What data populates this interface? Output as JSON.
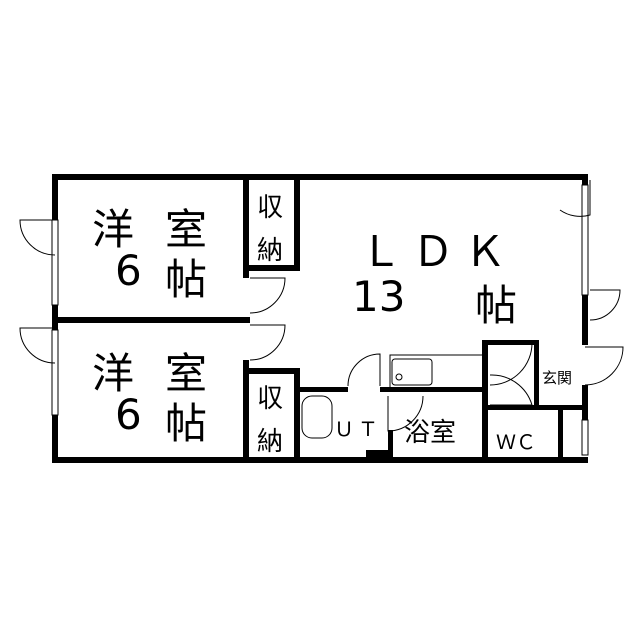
{
  "rooms": {
    "western1": {
      "name_a": "洋",
      "name_b": "室",
      "size_num": "6",
      "size_unit": "帖"
    },
    "western2": {
      "name_a": "洋",
      "name_b": "室",
      "size_num": "6",
      "size_unit": "帖"
    },
    "closet1": {
      "a": "収",
      "b": "納"
    },
    "closet2": {
      "a": "収",
      "b": "納"
    },
    "ldk": {
      "name": "ＬＤＫ",
      "size_num": "13",
      "size_unit": "帖"
    },
    "utility": {
      "name": "ＵＴ"
    },
    "bath": {
      "name": "浴室"
    },
    "wc": {
      "name": "ＷＣ"
    },
    "entrance": {
      "name": "玄関"
    }
  }
}
